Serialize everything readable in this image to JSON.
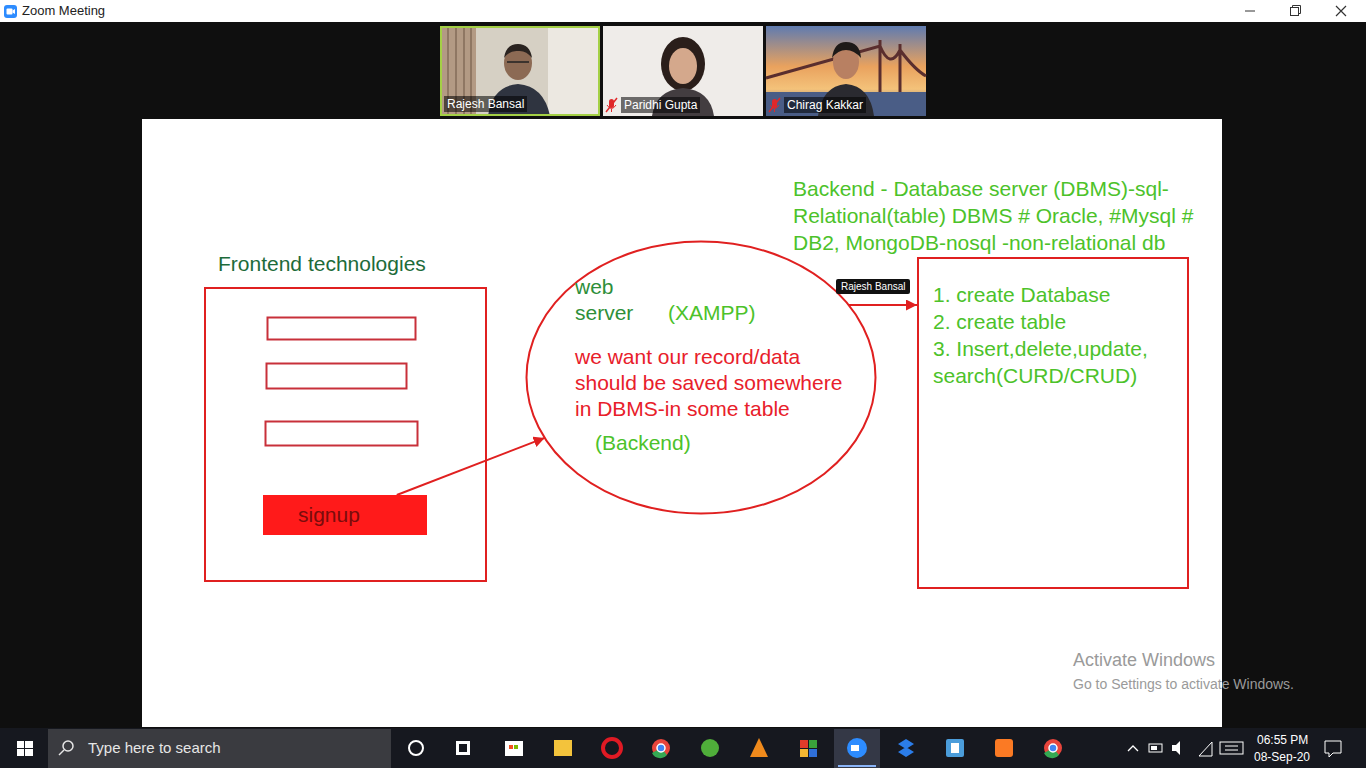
{
  "diagram": {
    "nodes": [
      {
        "text": [
          "Rajesh Bansal"
        ]
      },
      {
        "text": [
          "Paridhi Gupta"
        ]
      },
      {
        "text": [
          "Chirag Kakkar"
        ]
      },
      {
        "text": [
          "Frontend technologies"
        ]
      },
      {
        "text": [
          "signup"
        ],
        "in": 3
      },
      {
        "text": [
          "web server",
          "(XAMPP)",
          "we want our record/data should be saved somewhere in DBMS-in some table",
          "(Backend)"
        ]
      },
      {
        "text": [
          "Backend - Database server (DBMS)-sql-Relational(table) DBMS # Oracle, #Mysql # DB2, MongoDB-nosql -non-relational db",
          "1. create Database",
          "2. create table",
          "3. Insert,delete,update, search(CURD/CRUD)"
        ]
      }
    ],
    "edges": [
      {
        "from": 4,
        "to": 5,
        "arrow": "to"
      },
      {
        "from": 5,
        "to": 6,
        "arrow": "to"
      }
    ],
    "labels": [
      "Zoom Meeting",
      "Rajesh Bansal",
      "Activate Windows",
      "Go to Settings to activate Windows.",
      "Type here to search",
      "06:55 PM",
      "08-Sep-20"
    ]
  }
}
